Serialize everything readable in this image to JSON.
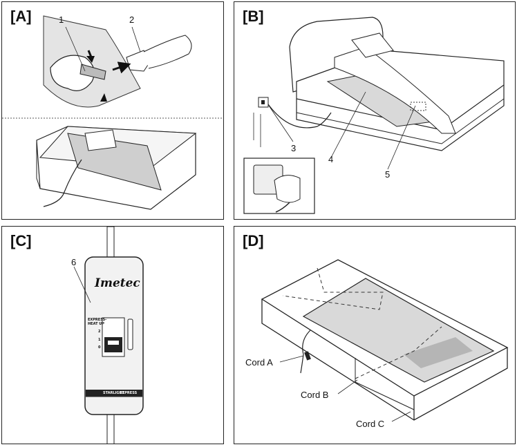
{
  "panels": {
    "a": {
      "label": "[A]",
      "callouts": [
        "1",
        "2"
      ]
    },
    "b": {
      "label": "[B]",
      "callouts": [
        "3",
        "4",
        "5"
      ]
    },
    "c": {
      "label": "[C]",
      "callout": "6",
      "brand": "Imetec",
      "switch_label_1": "EXPRESS-",
      "switch_label_2": "HEAT UP",
      "levels": [
        "2",
        "1",
        "0"
      ],
      "footer_prefix": "STARLIGHT",
      "footer_bold": "EXPRESS"
    },
    "d": {
      "label": "[D]",
      "cords": [
        "Cord A",
        "Cord B",
        "Cord C"
      ]
    }
  },
  "colors": {
    "line": "#222222",
    "pad": "#d9d9d9",
    "gray": "#a0a0a0",
    "controller": "#f2f2f2"
  }
}
